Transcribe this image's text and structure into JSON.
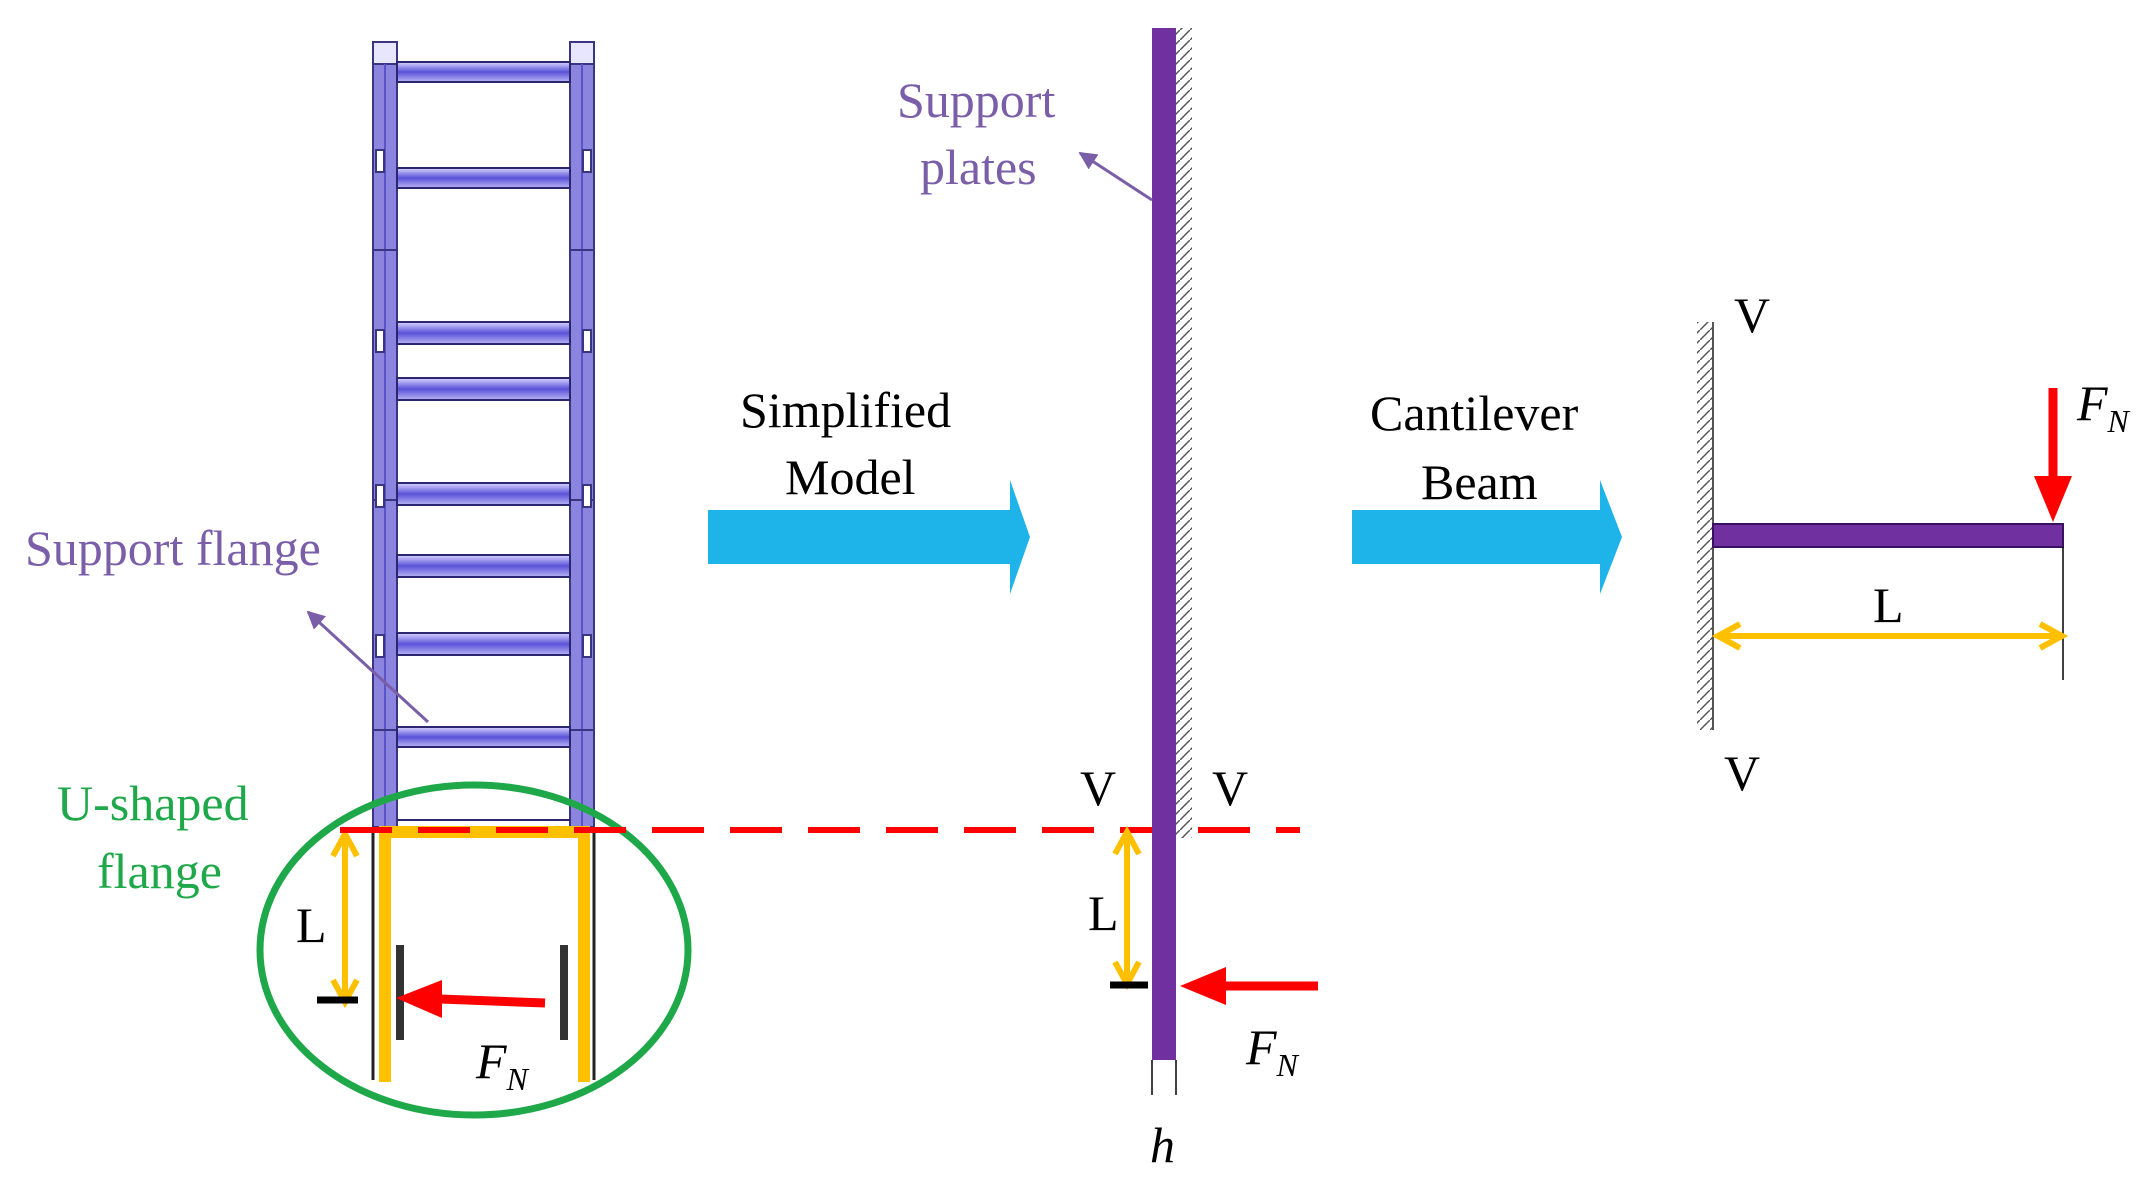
{
  "labels": {
    "support_flange": "Support flange",
    "u_shaped_line1": "U-shaped",
    "u_shaped_line2": "flange",
    "simplified_line1": "Simplified",
    "simplified_line2": "Model",
    "support_plates_line1": "Support",
    "support_plates_line2": "plates",
    "cantilever_line1": "Cantilever",
    "cantilever_line2": "Beam",
    "length": "L",
    "section": "V",
    "force_symbol": "F",
    "force_subscript": "N",
    "thickness": "h"
  },
  "colors": {
    "flange_purple": "#8b85e0",
    "plate_purple": "#7030a0",
    "label_purple": "#7a5ea8",
    "arrow_blue": "#1eb4ea",
    "force_red": "#ff0000",
    "dim_yellow": "#ffc000",
    "ellipse_green": "#1fa84a"
  }
}
